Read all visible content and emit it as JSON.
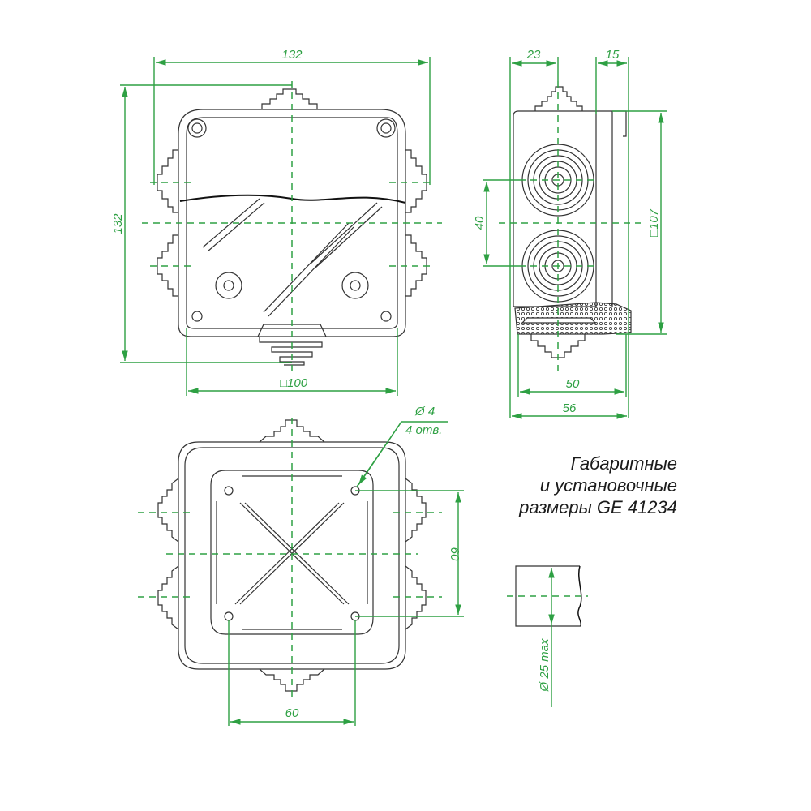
{
  "title": {
    "line1": "Габаритные",
    "line2": "и установочные",
    "line3": "размеры GE 41234"
  },
  "colors": {
    "dimension": "#2ea043",
    "outline": "#333333",
    "background": "#ffffff"
  },
  "views": {
    "front": {
      "width_overall": "132",
      "height_overall": "132",
      "body_square": "□100"
    },
    "side": {
      "gland_offset": "23",
      "lid_thickness": "15",
      "gland_spacing": "40",
      "height_square": "□107",
      "depth_inner": "50",
      "depth_overall": "56"
    },
    "bottom": {
      "hole_diameter": "Ø 4",
      "hole_count": "4 отв.",
      "hole_spacing_x": "60",
      "hole_spacing_y": "60"
    },
    "gland_detail": {
      "cable_diameter": "Ø 25 max"
    }
  }
}
